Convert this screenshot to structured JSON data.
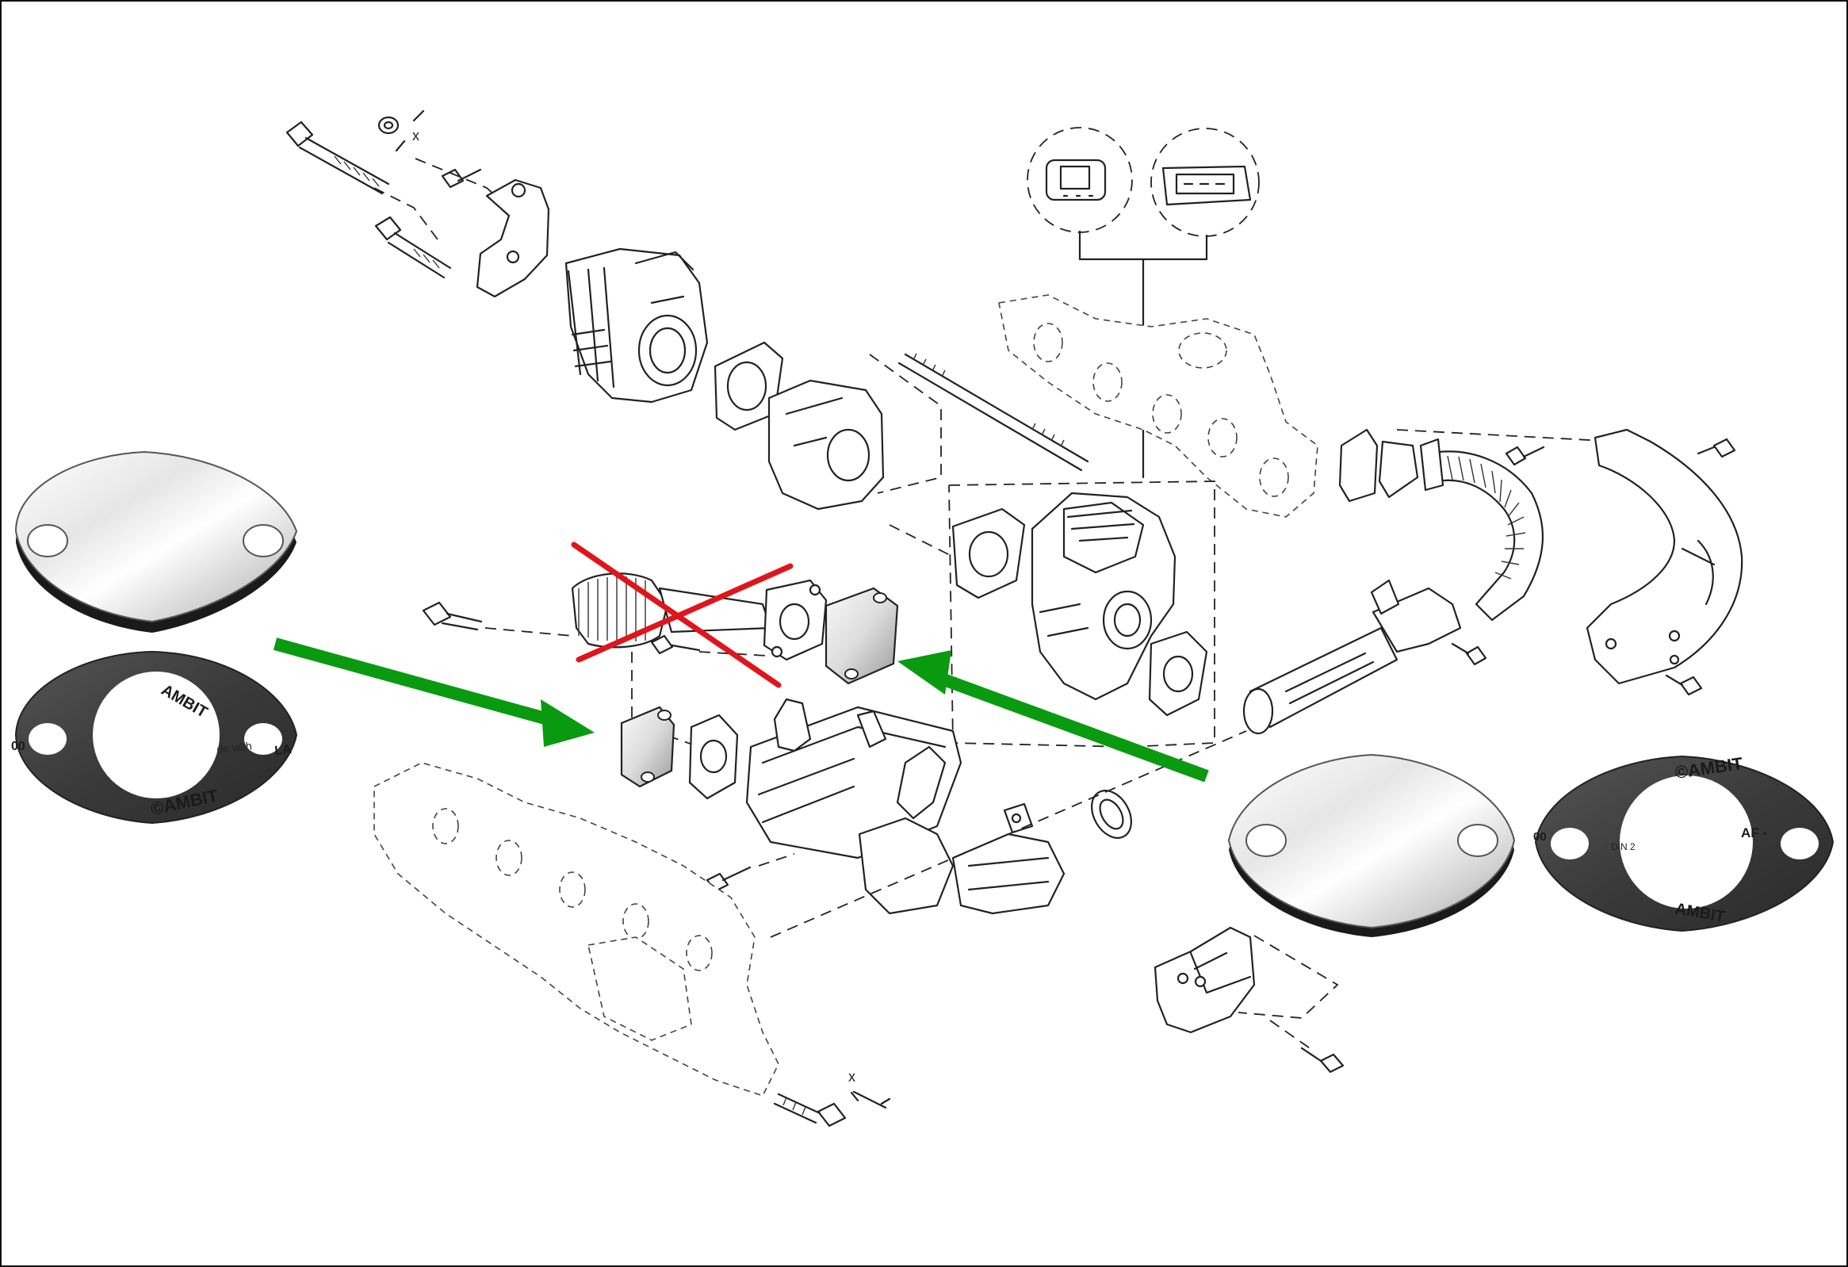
{
  "diagram": {
    "gasket_brand": "©AMBIT",
    "gasket_brand_short": "AMBIT",
    "gasket_text_left_fragment": "de with",
    "gasket_text_left_fragment2": "LA",
    "gasket_text_left_fragment3": "00",
    "gasket_text_right_code": "AF -",
    "gasket_text_right_din": "DIN 2",
    "gasket_text_right_fragment": "00",
    "dimension_mark": "x"
  },
  "colors": {
    "arrow": "#0a9a10",
    "cross": "#e0151c",
    "line": "#222222",
    "gasket": "#3c3c3c",
    "plate_light": "#f4f4f4",
    "plate_dark": "#9a9a9a"
  },
  "icons": {
    "arrow_left": "green-arrow-right-pointing",
    "arrow_right": "green-arrow-left-pointing",
    "cross": "red-x-cross"
  }
}
